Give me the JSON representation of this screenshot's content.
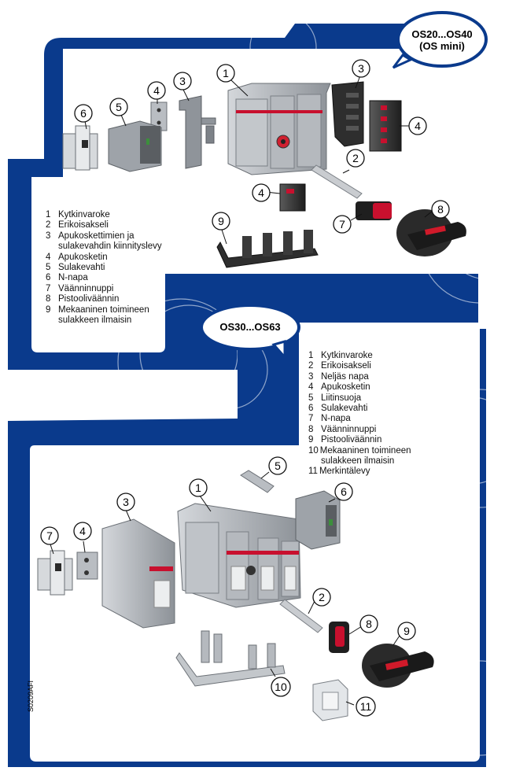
{
  "top_section": {
    "title_line1": "OS20...OS40",
    "title_line2": "(OS mini)",
    "callouts": [
      "1",
      "2",
      "3",
      "3",
      "4",
      "4",
      "5",
      "6",
      "7",
      "8",
      "9"
    ],
    "legend": [
      {
        "num": "1",
        "text": "Kytkinvaroke"
      },
      {
        "num": "2",
        "text": "Erikoisakseli"
      },
      {
        "num": "3",
        "text": "Apukoskettimien ja",
        "text2": "sulakevahdin kiinnityslevy"
      },
      {
        "num": "4",
        "text": "Apukosketin"
      },
      {
        "num": "5",
        "text": "Sulakevahti"
      },
      {
        "num": "6",
        "text": "N-napa"
      },
      {
        "num": "7",
        "text": "Väänninnuppi"
      },
      {
        "num": "8",
        "text": "Pistooliväännin"
      },
      {
        "num": "9",
        "text": "Mekaaninen toimineen",
        "text2": "sulakkeen ilmaisin"
      }
    ]
  },
  "bottom_section": {
    "title": "OS30...OS63",
    "callouts": [
      "1",
      "2",
      "3",
      "4",
      "5",
      "6",
      "7",
      "8",
      "9",
      "10",
      "11"
    ],
    "legend": [
      {
        "num": "1",
        "text": "Kytkinvaroke"
      },
      {
        "num": "2",
        "text": "Erikoisakseli"
      },
      {
        "num": "3",
        "text": "Neljäs napa"
      },
      {
        "num": "4",
        "text": "Apukosketin"
      },
      {
        "num": "5",
        "text": "Liitinsuoja"
      },
      {
        "num": "6",
        "text": "Sulakevahti"
      },
      {
        "num": "7",
        "text": "N-napa"
      },
      {
        "num": "8",
        "text": "Väänninnuppi"
      },
      {
        "num": "9",
        "text": "Pistooliväännin"
      },
      {
        "num": "10",
        "text": "Mekaaninen toimineen",
        "text2": "sulakkeen ilmaisin"
      },
      {
        "num": "11",
        "text": "Merkintälevy"
      }
    ]
  },
  "figure_code": "S0209AFI",
  "colors": {
    "frame": "#0a3a8c",
    "panel": "#ffffff",
    "accent_red": "#c8102e",
    "part_grey": "#a8adb3",
    "part_dark": "#3a3a3a"
  }
}
